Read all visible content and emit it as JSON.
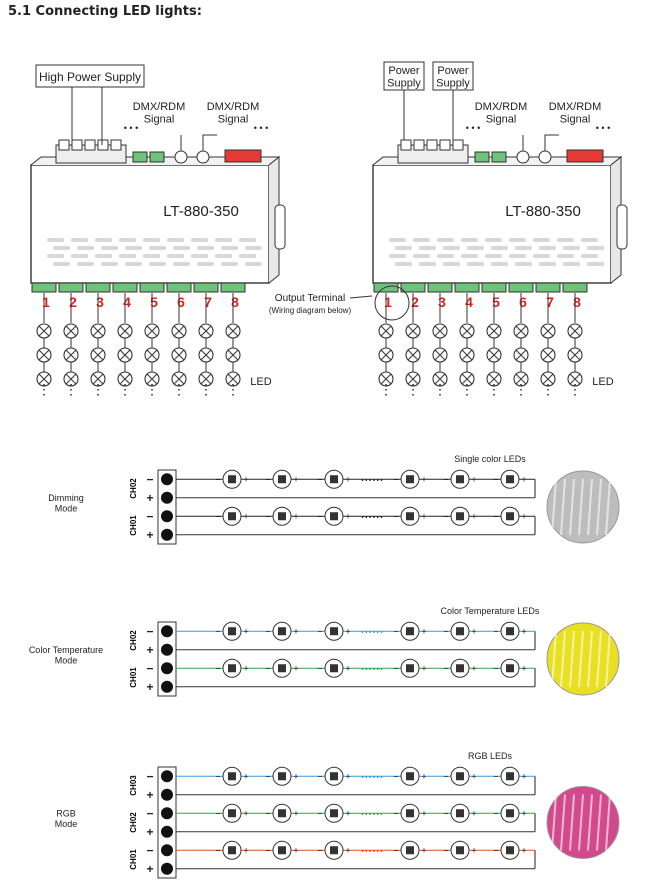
{
  "section_title": "5.1 Connecting LED lights:",
  "top_left": {
    "supply_label": "High Power Supply",
    "signal_in": "DMX/RDM\nSignal",
    "signal_out": "DMX/RDM\nSignal",
    "model": "LT-880-350",
    "channels": [
      "1",
      "2",
      "3",
      "4",
      "5",
      "6",
      "7",
      "8"
    ],
    "led_label": "LED"
  },
  "top_right": {
    "supply_label_1": "Power\nSupply",
    "supply_label_2": "Power\nSupply",
    "signal_in": "DMX/RDM\nSignal",
    "signal_out": "DMX/RDM\nSignal",
    "model": "LT-880-350",
    "channels": [
      "1",
      "2",
      "3",
      "4",
      "5",
      "6",
      "7",
      "8"
    ],
    "led_label": "LED",
    "output_terminal": "Output Terminal",
    "output_terminal_note": "(Wiring diagram below)"
  },
  "modes": [
    {
      "mode_label": "Dimming\nMode",
      "strip_label": "Single color LEDs",
      "channels": [
        "CH02",
        "CH01"
      ],
      "wire_colors": [
        "#222222",
        "#222222"
      ],
      "photo": "white"
    },
    {
      "mode_label": "Color Temperature\nMode",
      "strip_label": "Color Temperature LEDs",
      "channels": [
        "CH02",
        "CH01"
      ],
      "wire_colors": [
        "#3a9ad9",
        "#2aa84a"
      ],
      "photo": "yellow"
    },
    {
      "mode_label": "RGB\nMode",
      "strip_label": "RGB LEDs",
      "channels": [
        "CH03",
        "CH02",
        "CH01"
      ],
      "wire_colors": [
        "#3a9ad9",
        "#2aa84a",
        "#e0501e"
      ],
      "photo": "rgb"
    }
  ],
  "colors": {
    "channel_number": "#e02020",
    "terminal": "#6ec27a",
    "housing": "#ffffff"
  }
}
